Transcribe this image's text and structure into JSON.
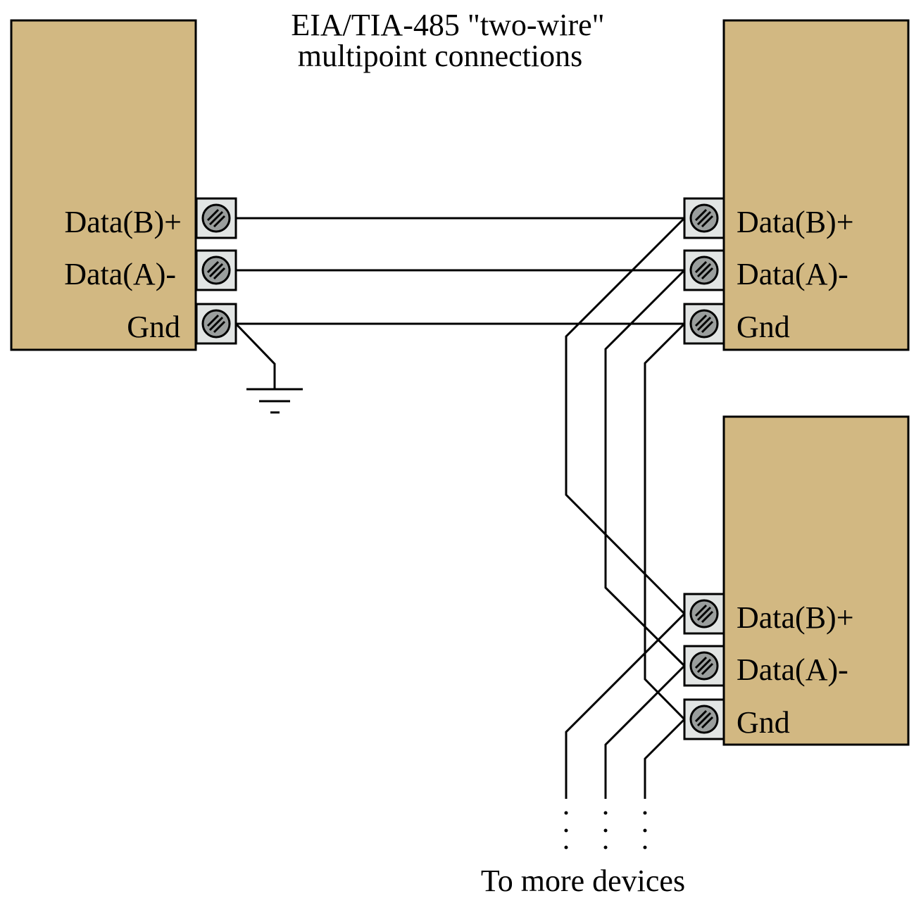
{
  "title": {
    "line1": "EIA/TIA-485 \"two-wire\"",
    "line2": "multipoint connections"
  },
  "colors": {
    "device_fill": "#d2b882",
    "terminal_fill": "#e2e5e4",
    "screw_fill": "#9a9e9d",
    "wire": "#000000"
  },
  "devices": [
    {
      "id": "device-1",
      "terminals": [
        {
          "label": "Data(B)+"
        },
        {
          "label": "Data(A)-"
        },
        {
          "label": "Gnd"
        }
      ]
    },
    {
      "id": "device-2",
      "terminals": [
        {
          "label": "Data(B)+"
        },
        {
          "label": "Data(A)-"
        },
        {
          "label": "Gnd"
        }
      ]
    },
    {
      "id": "device-3",
      "terminals": [
        {
          "label": "Data(B)+"
        },
        {
          "label": "Data(A)-"
        },
        {
          "label": "Gnd"
        }
      ]
    }
  ],
  "footer": "To more devices",
  "icons": {
    "screw_terminal": "screw-terminal-icon",
    "ground": "earth-ground-icon"
  }
}
